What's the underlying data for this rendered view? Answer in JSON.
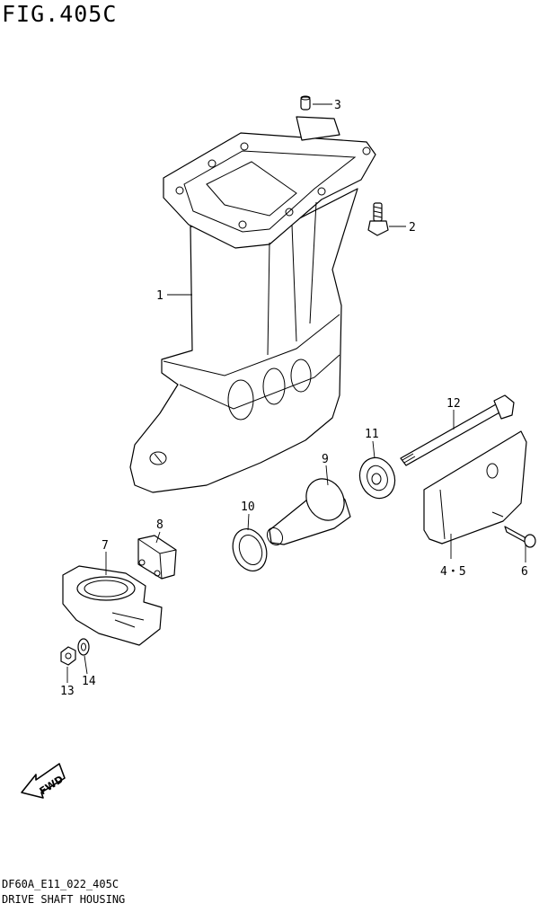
{
  "figure": {
    "title": "FIG.405C"
  },
  "callouts": {
    "c1": "1",
    "c2": "2",
    "c3": "3",
    "c45": "4・5",
    "c6": "6",
    "c7": "7",
    "c8": "8",
    "c9": "9",
    "c10": "10",
    "c11": "11",
    "c12": "12",
    "c13": "13",
    "c14": "14"
  },
  "fwd_label": "FWD",
  "footer": {
    "model_code": "DF60A_E11_022_405C",
    "section_name": "DRIVE SHAFT HOUSING"
  }
}
